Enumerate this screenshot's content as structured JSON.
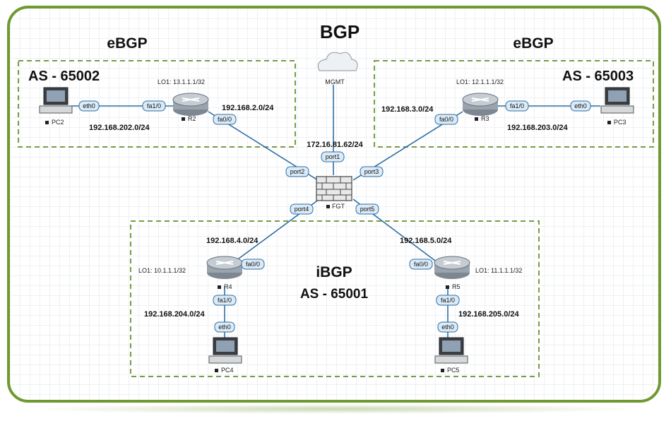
{
  "titles": {
    "main": "BGP",
    "ebgp_left": "eBGP",
    "ebgp_right": "eBGP",
    "ibgp": "iBGP"
  },
  "zones": {
    "left_as": "AS - 65002",
    "right_as": "AS - 65003",
    "center_as": "AS - 65001"
  },
  "nodes": {
    "mgmt": "MGMT",
    "fgt": "FGT",
    "r2": "R2",
    "r3": "R3",
    "r4": "R4",
    "r5": "R5",
    "pc2": "PC2",
    "pc3": "PC3",
    "pc4": "PC4",
    "pc5": "PC5"
  },
  "loopbacks": {
    "r2": "LO1: 13.1.1.1/32",
    "r3": "LO1: 12.1.1.1/32",
    "r4": "LO1: 10.1.1.1/32",
    "r5": "LO1: 11.1.1.1/32"
  },
  "subnets": {
    "mgmt": "172.16.81.62/24",
    "r2_fgt": "192.168.2.0/24",
    "r3_fgt": "192.168.3.0/24",
    "r4_fgt": "192.168.4.0/24",
    "r5_fgt": "192.168.5.0/24",
    "pc2_r2": "192.168.202.0/24",
    "pc3_r3": "192.168.203.0/24",
    "pc4_r4": "192.168.204.0/24",
    "pc5_r5": "192.168.205.0/24"
  },
  "ports": {
    "port1": "port1",
    "port2": "port2",
    "port3": "port3",
    "port4": "port4",
    "port5": "port5",
    "eth0": "eth0",
    "fa1_0": "fa1/0",
    "fa0_0": "fa0/0"
  },
  "colors": {
    "frame": "#6f9a32",
    "zone_border": "#7a9a45",
    "link": "#2d6ea3",
    "port_fill": "#dbeaf7"
  }
}
